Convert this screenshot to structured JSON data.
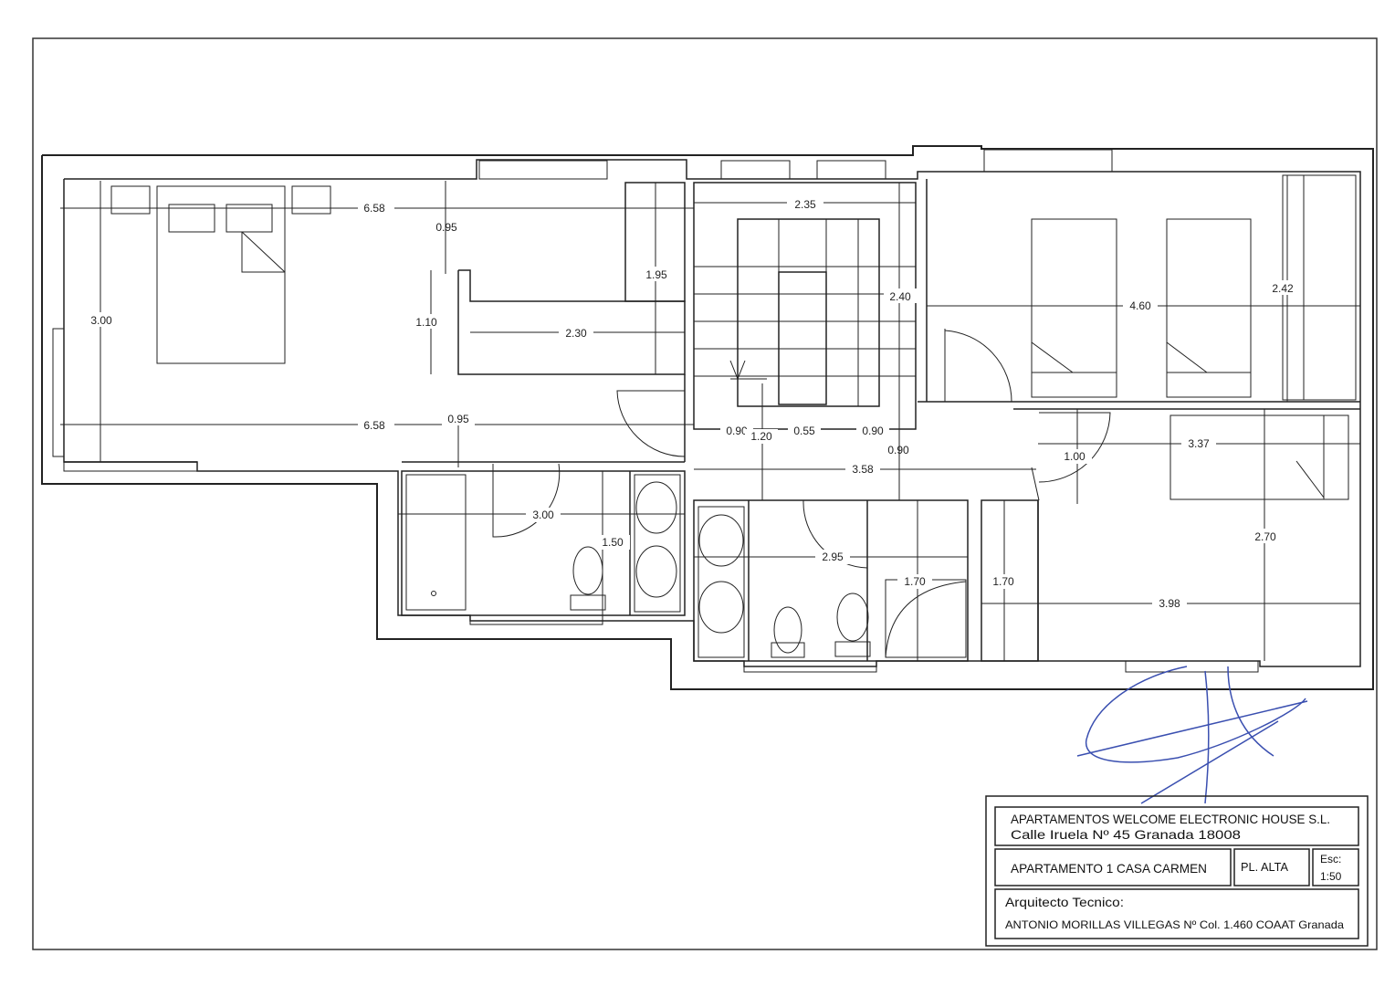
{
  "dimensions": [
    {
      "label": "6.58"
    },
    {
      "label": "0.95"
    },
    {
      "label": "3.00"
    },
    {
      "label": "1.10"
    },
    {
      "label": "2.30"
    },
    {
      "label": "1.95"
    },
    {
      "label": "6.58"
    },
    {
      "label": "0.95"
    },
    {
      "label": "2.35"
    },
    {
      "label": "2.40"
    },
    {
      "label": "0.90"
    },
    {
      "label": "1.20"
    },
    {
      "label": "0.55"
    },
    {
      "label": "0.90"
    },
    {
      "label": "0.90"
    },
    {
      "label": "4.60"
    },
    {
      "label": "2.42"
    },
    {
      "label": "1.00"
    },
    {
      "label": "3.37"
    },
    {
      "label": "3.58"
    },
    {
      "label": "3.00"
    },
    {
      "label": "1.50"
    },
    {
      "label": "2.95"
    },
    {
      "label": "1.70"
    },
    {
      "label": "1.70"
    },
    {
      "label": "3.98"
    },
    {
      "label": "2.70"
    }
  ],
  "title_block": {
    "company": "APARTAMENTOS WELCOME ELECTRONIC HOUSE S.L.",
    "address": "Calle Iruela Nº 45   Granada 18008",
    "project": "APARTAMENTO 1 CASA CARMEN",
    "plan_level": "PL. ALTA",
    "scale_label": "Esc:",
    "scale_value": "1:50",
    "role": "Arquitecto Tecnico:",
    "architect": "ANTONIO MORILLAS VILLEGAS   Nº Col. 1.460 COAAT Granada"
  },
  "colors": {
    "line": "#222222",
    "signature": "#3a4fb0"
  }
}
